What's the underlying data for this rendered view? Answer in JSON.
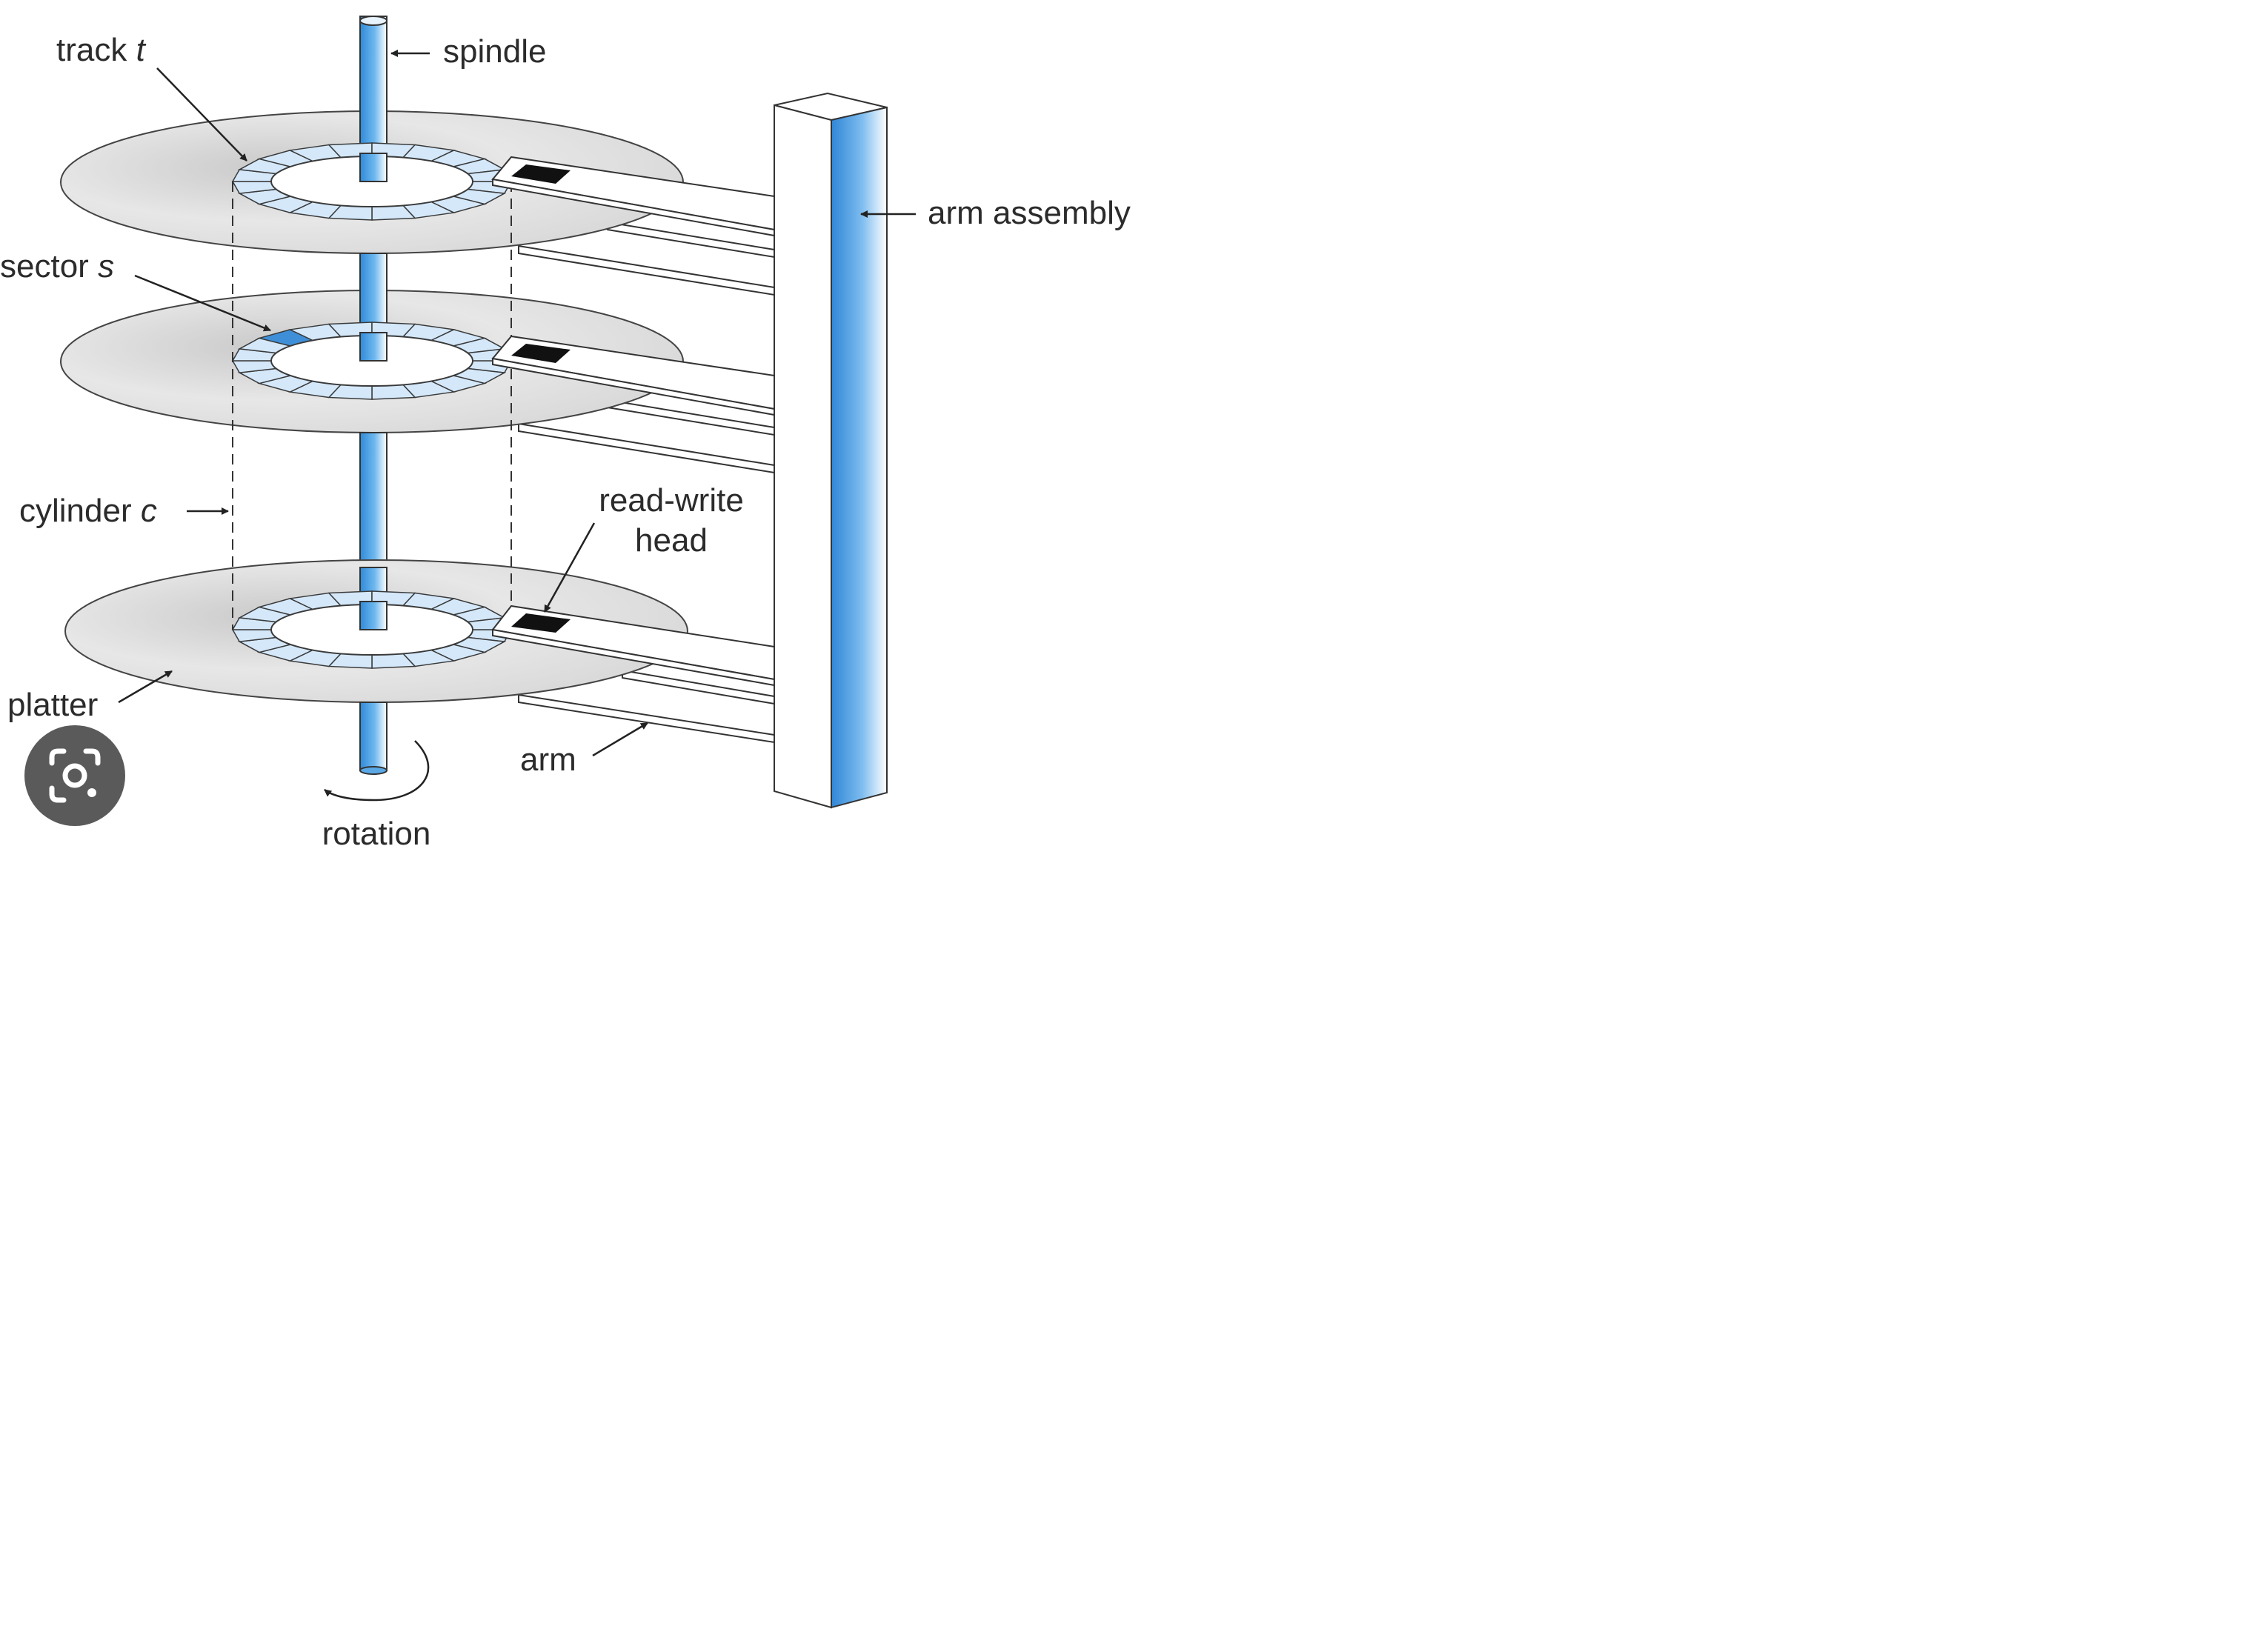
{
  "labels": {
    "track": "track",
    "track_var": "t",
    "spindle": "spindle",
    "arm_assembly": "arm assembly",
    "sector": "sector",
    "sector_var": "s",
    "cylinder": "cylinder",
    "cylinder_var": "c",
    "read_write_1": "read-write",
    "read_write_2": "head",
    "platter": "platter",
    "arm": "arm",
    "rotation": "rotation"
  },
  "lens_button": {
    "icon": "visual-search-lens-icon"
  },
  "colors": {
    "spindle_blue": "#4a9fe0",
    "track_fill": "#d4e8fa",
    "highlighted_sector": "#3f8fd8",
    "platter_gray": "#e4e4e4",
    "head_black": "#111111",
    "lens_button_bg": "#5a5a5a"
  }
}
